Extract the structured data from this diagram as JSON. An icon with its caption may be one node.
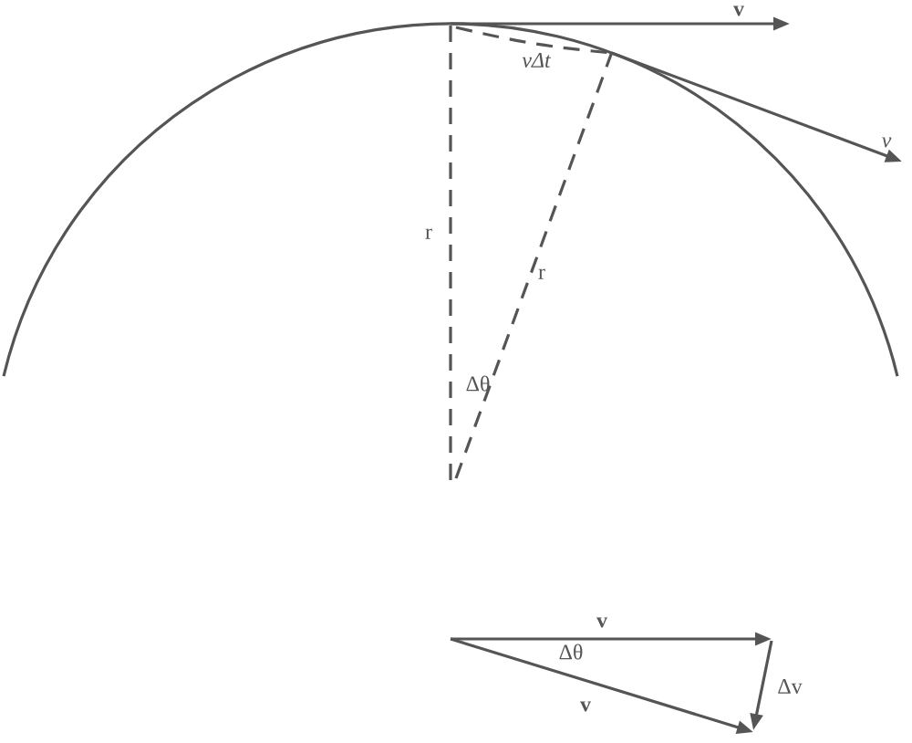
{
  "diagram": {
    "labels": [
      "v",
      "vΔt",
      "v",
      "r",
      "r",
      "Δθ",
      "v",
      "Δθ",
      "v",
      "Δv"
    ]
  }
}
